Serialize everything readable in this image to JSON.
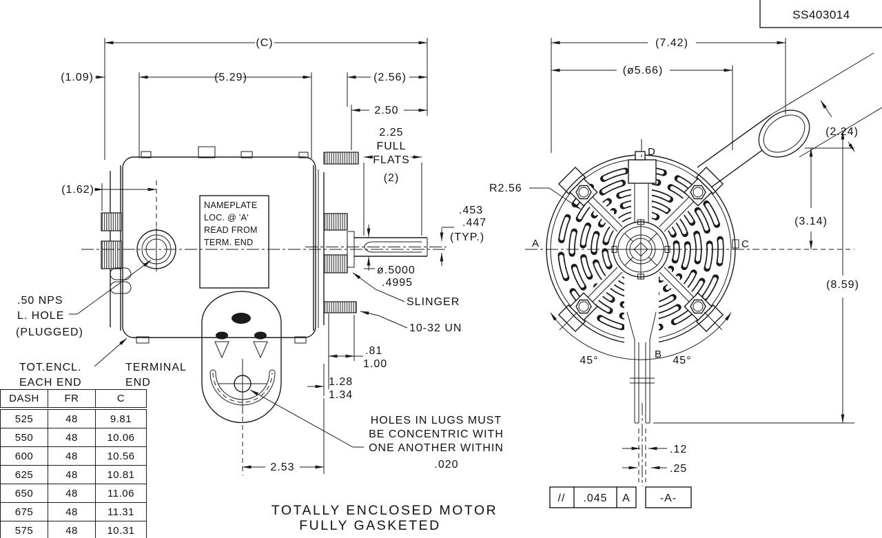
{
  "title_block": {
    "code": "SS403014"
  },
  "caption": {
    "line1": "TOTALLY ENCLOSED MOTOR",
    "line2": "FULLY GASKETED"
  },
  "side_view": {
    "dims": {
      "c": "(C)",
      "w109": "(1.09)",
      "w529": "(5.29)",
      "w256": "(2.56)",
      "w250": "2.50",
      "flats1": "2.25",
      "flats2": "FULL",
      "flats3": "FLATS",
      "flats4": "(2)",
      "w162": "(1.62)",
      "flat_hi": ".453",
      "flat_lo": ".447",
      "typ": "(TYP.)",
      "shaft_hi": "ø.5000",
      "shaft_lo": ".4995",
      "b81": ".81",
      "b100": "1.00",
      "b128": "1.28",
      "b134": "1.34",
      "b253": "2.53"
    },
    "nameplate": {
      "l1": "NAMEPLATE",
      "l2": "LOC. @ 'A'",
      "l3": "READ FROM",
      "l4": "TERM. END"
    },
    "callouts": {
      "slinger": "SLINGER",
      "thread": "10-32 UN",
      "nps1": ".50 NPS",
      "nps2": "L. HOLE",
      "nps3": "(PLUGGED)",
      "tot1": "TOT.ENCL.",
      "tot2": "EACH END",
      "term1": "TERMINAL",
      "term2": "END",
      "holes1": "HOLES IN LUGS MUST",
      "holes2": "BE CONCENTRIC WITH",
      "holes3": "ONE ANOTHER WITHIN",
      "holes4": ".020"
    }
  },
  "end_view": {
    "dims": {
      "w742": "(7.42)",
      "d566": "(ø5.66)",
      "h224": "(2.24)",
      "h314": "(3.14)",
      "h859": "(8.59)",
      "r256": "R2.56",
      "ang_l": "45°",
      "ang_r": "45°",
      "g12": ".12",
      "g25": ".25"
    },
    "datums": {
      "a": "A",
      "b": "B",
      "c": "C",
      "d": "D"
    },
    "fcf": {
      "sym": "//",
      "tol": ".045",
      "ref": "A",
      "datum": "-A-"
    }
  },
  "table": {
    "headers": [
      "DASH",
      "FR",
      "C"
    ],
    "rows": [
      {
        "dash": "525",
        "fr": "48",
        "c": "9.81"
      },
      {
        "dash": "550",
        "fr": "48",
        "c": "10.06"
      },
      {
        "dash": "600",
        "fr": "48",
        "c": "10.56"
      },
      {
        "dash": "625",
        "fr": "48",
        "c": "10.81"
      },
      {
        "dash": "650",
        "fr": "48",
        "c": "11.06"
      },
      {
        "dash": "675",
        "fr": "48",
        "c": "11.31"
      },
      {
        "dash": "575",
        "fr": "48",
        "c": "10.31"
      }
    ]
  }
}
